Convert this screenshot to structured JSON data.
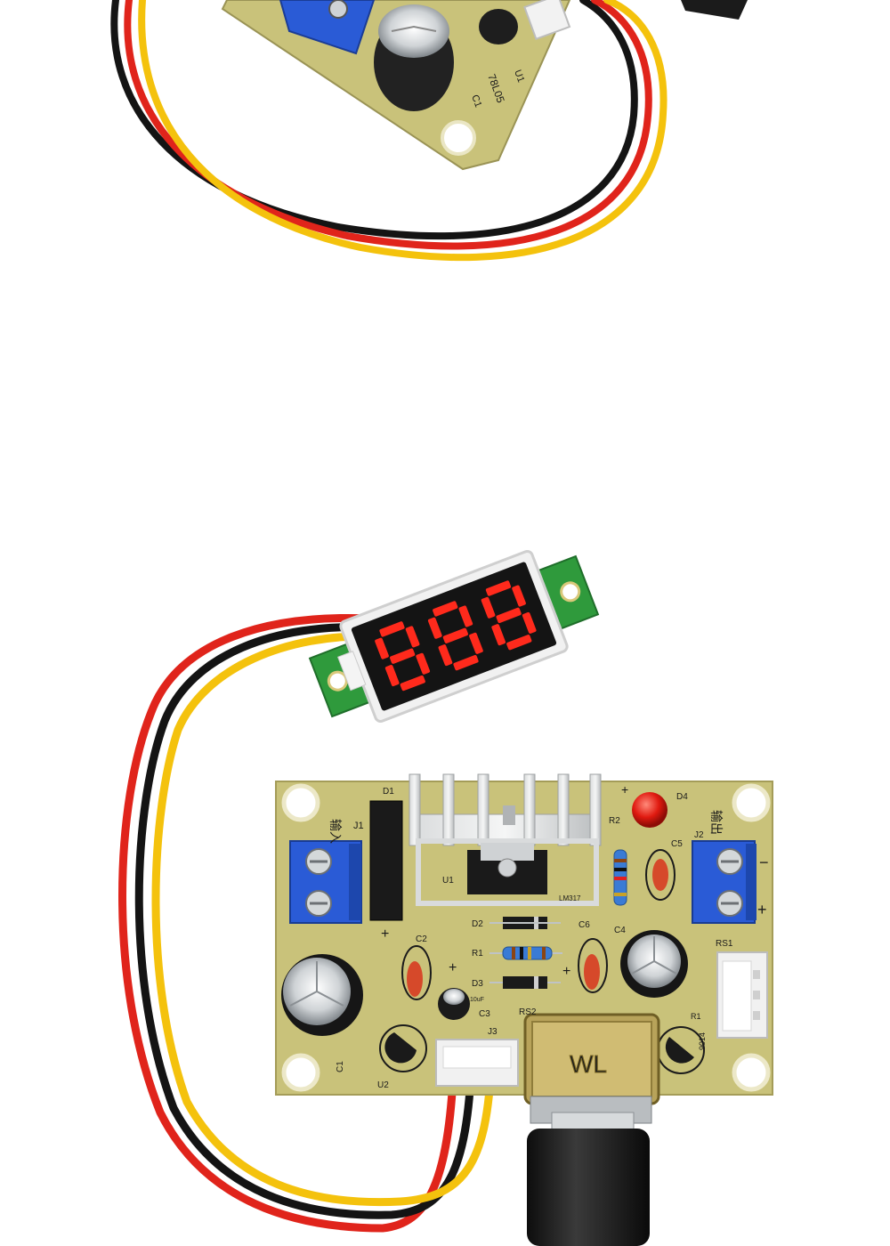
{
  "photo_top": {
    "labels": {
      "regulator": "78L05",
      "ref_u1": "U1",
      "ref_c1": "C1"
    }
  },
  "photo_bottom": {
    "voltmeter": {
      "digits": [
        "8",
        "8",
        "8"
      ]
    },
    "board": {
      "labels": {
        "d1": "D1",
        "d2": "D2",
        "d3": "D3",
        "d4": "D4",
        "r1": "R1",
        "r2": "R2",
        "rs1": "RS1",
        "rs2": "RS2",
        "j1": "J1",
        "j2": "J2",
        "j3": "J3",
        "j1_name": "输入",
        "j2_name": "输出",
        "u1": "U1",
        "u2": "U2",
        "c1": "C1",
        "c2": "C2",
        "c3": "C3",
        "c4": "C4",
        "c5": "C5",
        "c6": "C6",
        "lm317": "LM317",
        "cap_value": "10uF",
        "plus": "+",
        "minus": "−",
        "q1": "9014",
        "pot_brand": "WL"
      }
    }
  },
  "colors": {
    "pcb": "#c9c27a",
    "terminal": "#2a5bd6",
    "wire_red": "#e0241b",
    "wire_black": "#141414",
    "wire_yellow": "#f4c20d",
    "led_red": "#ff2a1c"
  }
}
